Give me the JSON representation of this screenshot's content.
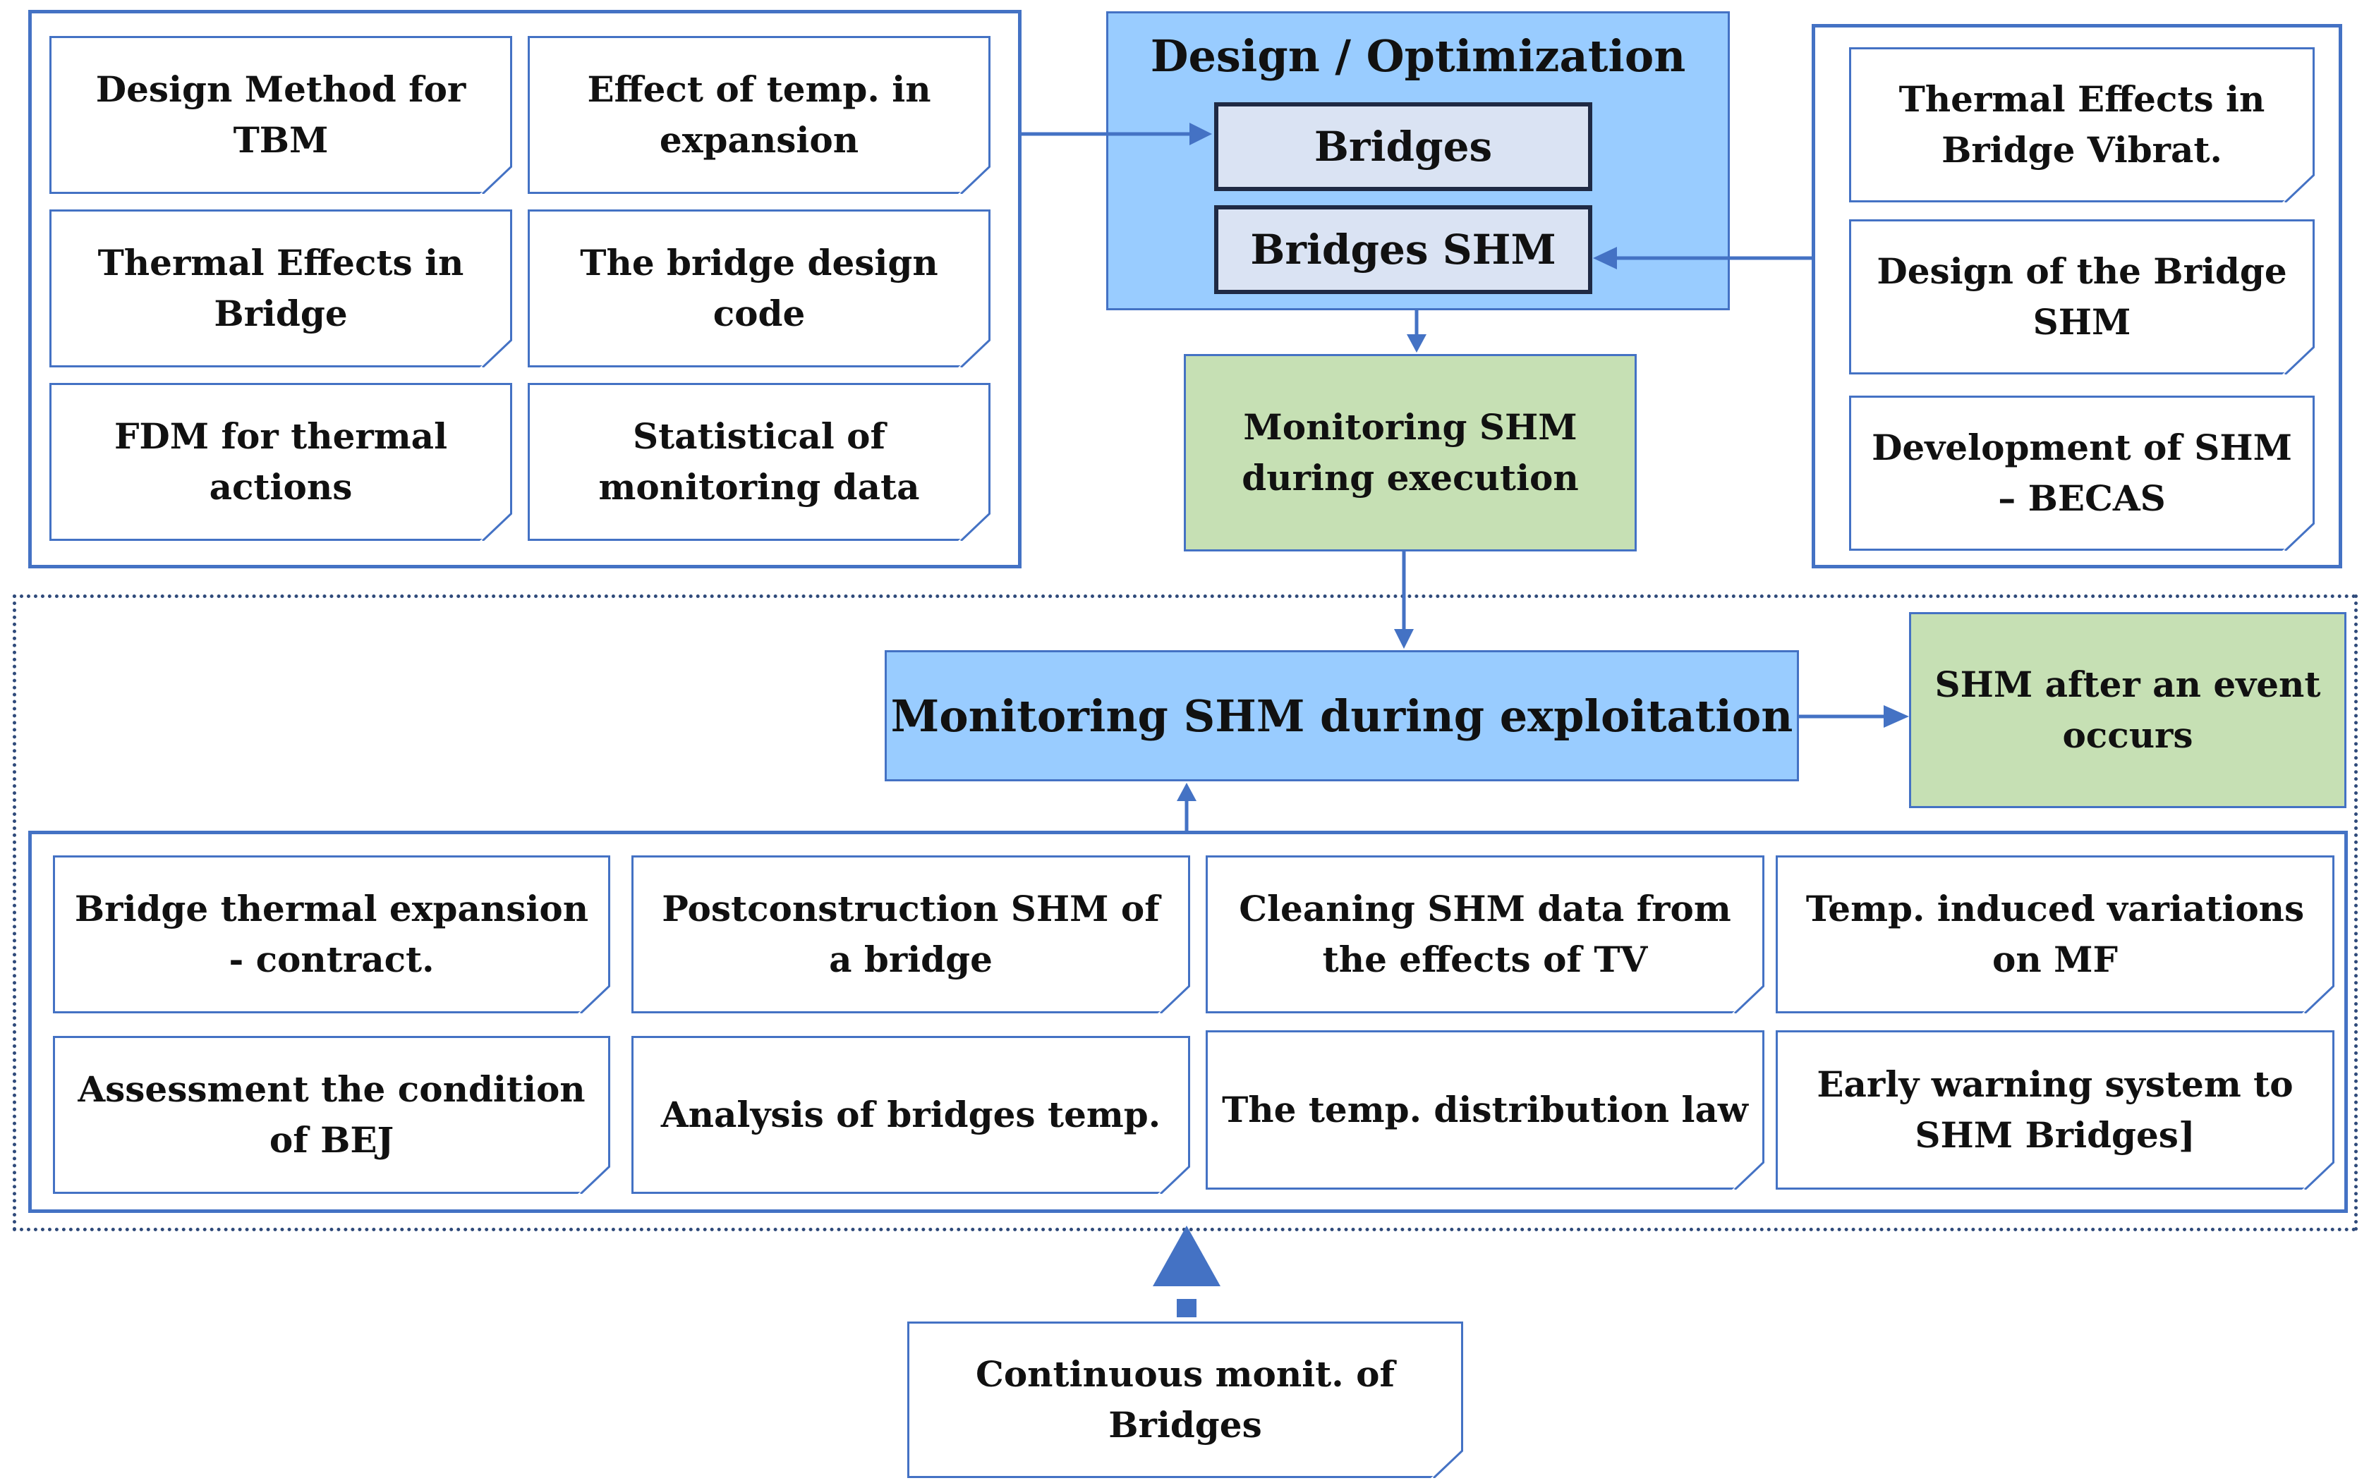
{
  "left_panel": {
    "items": [
      "Design Method for TBM",
      "Effect of temp. in expansion",
      "Thermal Effects in Bridge",
      "The bridge design code",
      "FDM for thermal actions",
      "Statistical of monitoring data"
    ]
  },
  "design": {
    "title": "Design / Optimization",
    "bridges": "Bridges",
    "bridges_shm": "Bridges SHM"
  },
  "right_panel": {
    "items": [
      "Thermal Effects in Bridge Vibrat.",
      "Design of the Bridge SHM",
      "Development of SHM – BECAS"
    ]
  },
  "monitoring_execution": "Monitoring SHM during execution",
  "monitoring_exploitation": "Monitoring SHM during exploitation",
  "shm_after_event": "SHM after an event occurs",
  "bottom_panel": {
    "items": [
      "Bridge thermal expansion - contract.",
      "Postconstruction SHM of a bridge",
      "Cleaning SHM data from the effects of TV",
      "Temp. induced variations on MF",
      "Assessment the condition of BEJ",
      "Analysis of bridges temp.",
      "The temp. distribution law",
      "Early warning system to SHM Bridges]"
    ]
  },
  "continuous": "Continuous monit. of Bridges",
  "colors": {
    "border_blue": "#4472c4",
    "light_blue": "#99ccff",
    "inner_blue": "#dae3f3",
    "green": "#c6e0b4"
  }
}
